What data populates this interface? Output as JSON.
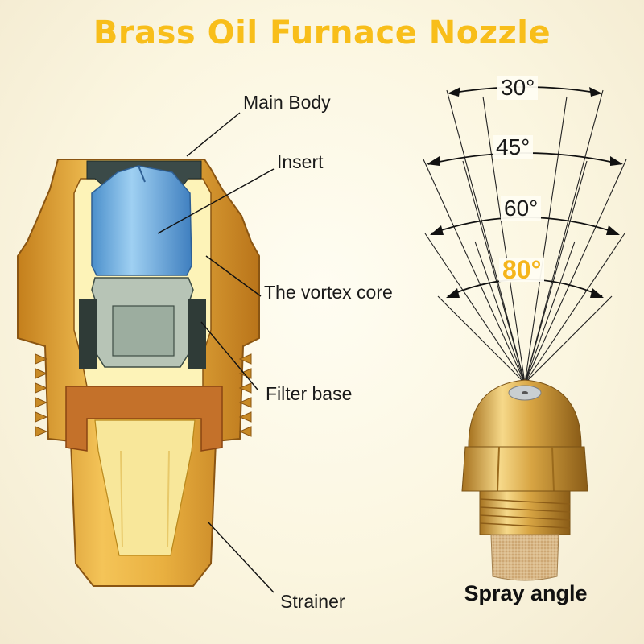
{
  "title": "Brass Oil Furnace Nozzle",
  "labels": {
    "main_body": "Main Body",
    "insert": "Insert",
    "vortex_core": "The vortex core",
    "filter_base": "Filter base",
    "strainer": "Strainer"
  },
  "angles": [
    {
      "text": "30°",
      "degrees": 30
    },
    {
      "text": "45°",
      "degrees": 45
    },
    {
      "text": "60°",
      "degrees": 60
    },
    {
      "text": "80°",
      "degrees": 80,
      "highlight": true
    }
  ],
  "spray_label": "Spray angle",
  "colors": {
    "title": "#f8be1a",
    "brass": "#e6a93a",
    "insert_blue": "#6fb2e4",
    "highlight": "#f5b51b"
  }
}
